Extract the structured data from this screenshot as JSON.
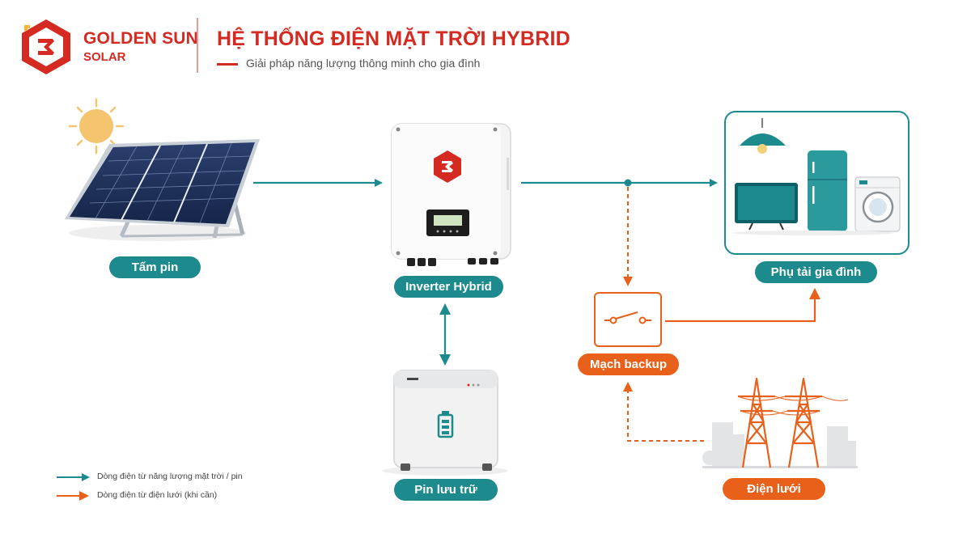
{
  "brand": {
    "name_line1": "GOLDEN SUN",
    "name_line2": "SOLAR"
  },
  "header": {
    "title": "HỆ THỐNG ĐIỆN MẶT TRỜI HYBRID",
    "subtitle": "Giải pháp năng lượng thông minh cho gia đình"
  },
  "nodes": {
    "solar_panel": "Tấm pin",
    "inverter": "Inverter Hybrid",
    "battery": "Pin lưu trữ",
    "household_load": "Phụ tải gia đình",
    "backup_circuit": "Mạch backup",
    "grid": "Điện lưới"
  },
  "legend": {
    "solar_flow": "Dòng điện từ năng lượng mặt trời / pin",
    "grid_flow": "Dòng điện từ điện lưới (khi cần)"
  },
  "colors": {
    "brand_red": "#d42a22",
    "teal": "#1d8a8e",
    "orange": "#e8601a"
  }
}
